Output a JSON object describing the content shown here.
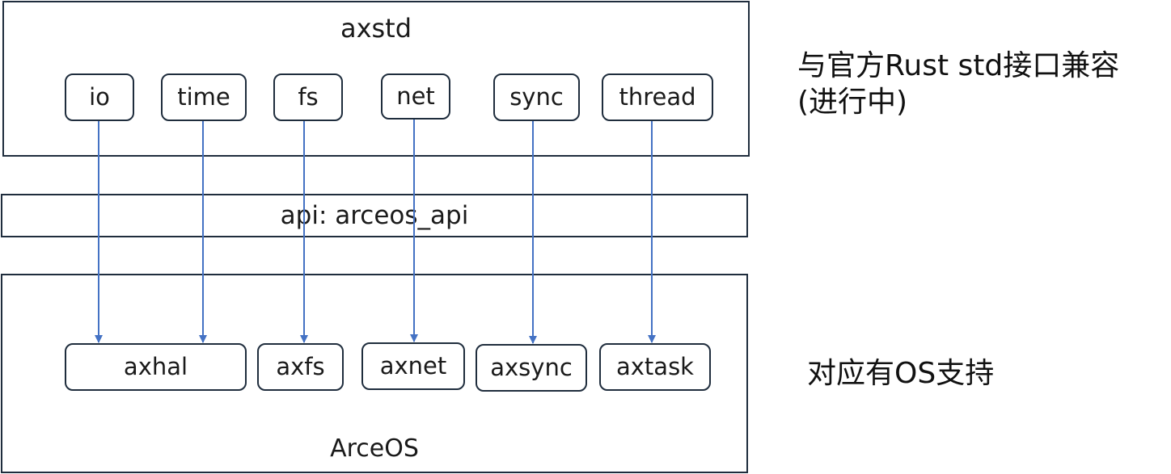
{
  "top_layer": {
    "title": "axstd",
    "modules": [
      "io",
      "time",
      "fs",
      "net",
      "sync",
      "thread"
    ]
  },
  "api_layer": {
    "label": "api: arceos_api"
  },
  "bottom_layer": {
    "title": "ArceOS",
    "modules": [
      "axhal",
      "axfs",
      "axnet",
      "axsync",
      "axtask"
    ]
  },
  "notes": {
    "compat_line1": "与官方Rust std接口兼容",
    "compat_line2": "(进行中)",
    "support": "对应有OS支持"
  },
  "colors": {
    "border": "#1f2d3d",
    "arrow": "#4472c4"
  }
}
